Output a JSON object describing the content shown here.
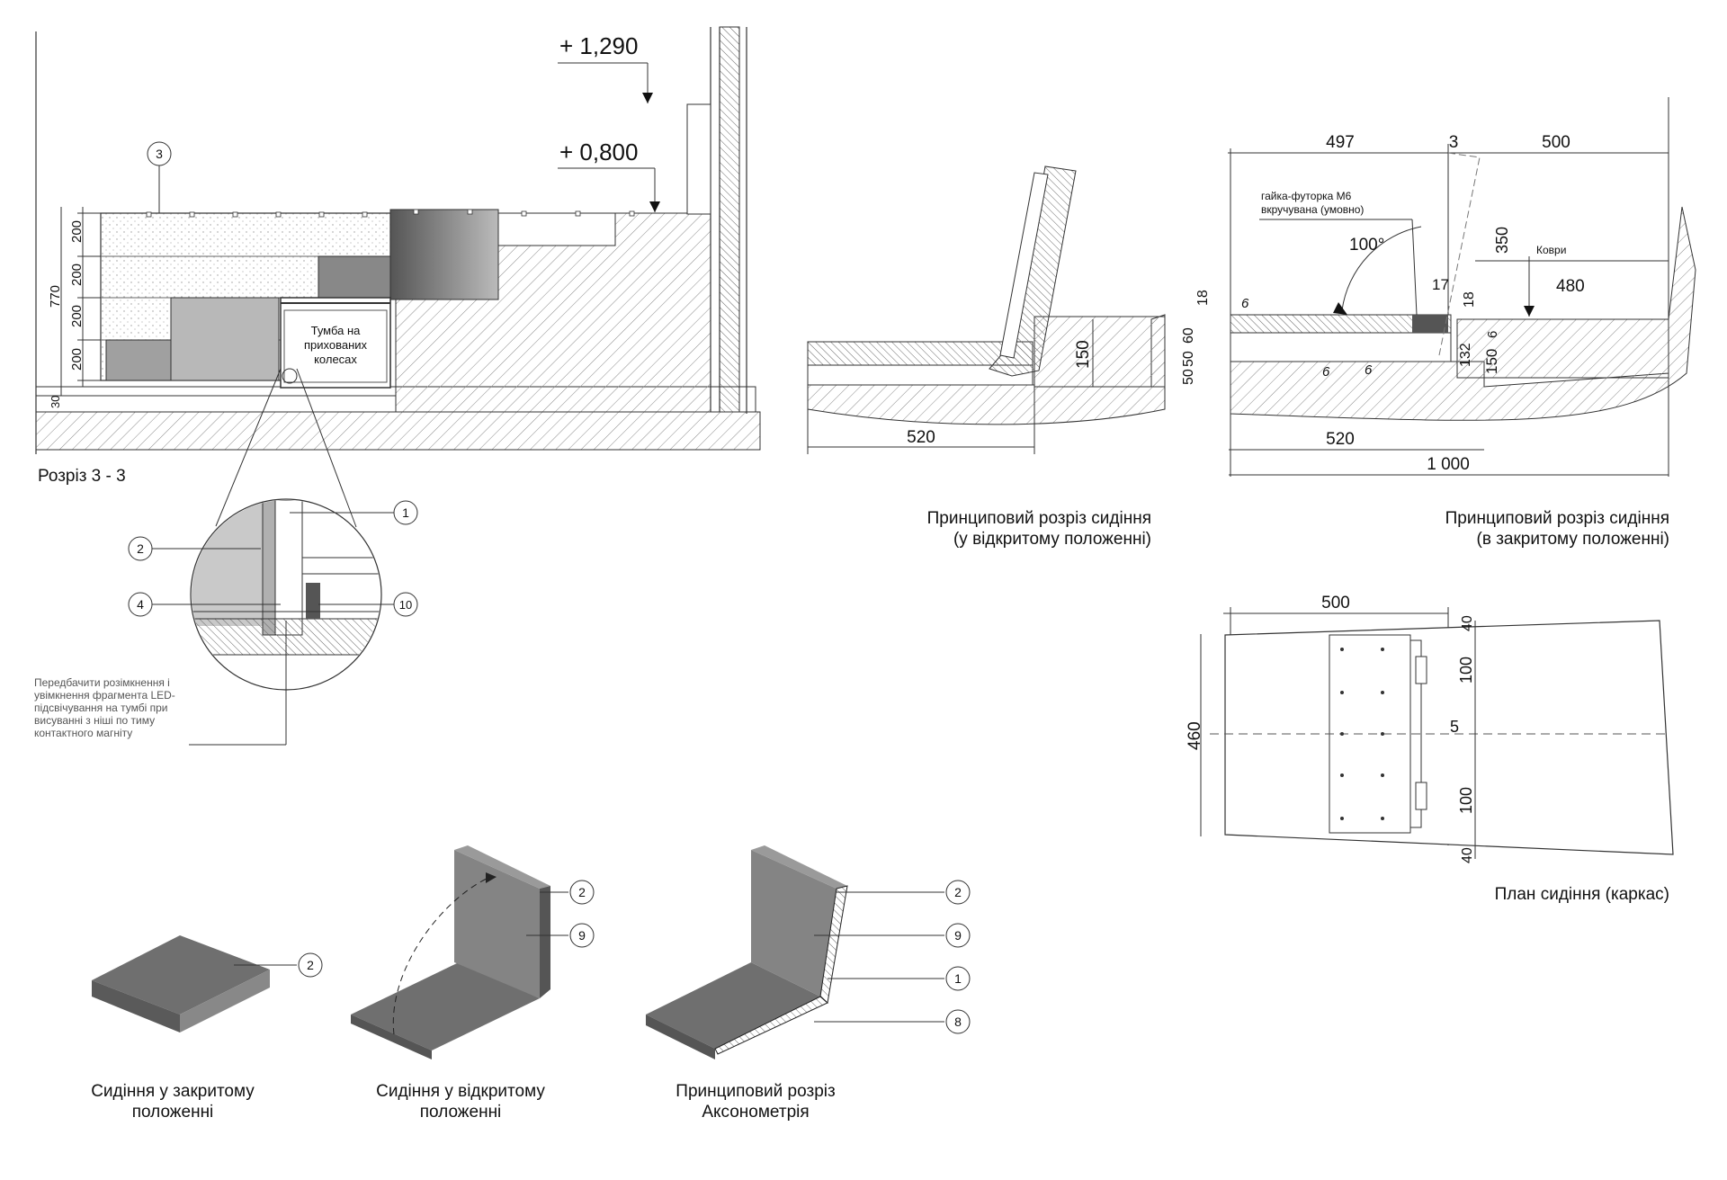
{
  "section": {
    "title": "Розріз 3 - 3",
    "levels": [
      "+ 1,290",
      "+ 0,800"
    ],
    "dims": [
      "200",
      "200",
      "200",
      "200",
      "770",
      "30"
    ],
    "cabinet_label": [
      "Тумба на",
      "прихованих",
      "колесах"
    ],
    "callouts": [
      "1",
      "2",
      "3",
      "4",
      "10"
    ],
    "note": [
      "Передбачити розімкнення і",
      "увімкнення фрагмента LED-",
      "підсвічування на тумбі при",
      "висуванні з ніші по тиму",
      "контактного магніту"
    ]
  },
  "open_section": {
    "caption": [
      "Принциповий розріз сидіння",
      "(у відкритому положенні)"
    ],
    "dims": [
      "520",
      "150"
    ]
  },
  "closed_section": {
    "caption": [
      "Принциповий розріз сидіння",
      "(в закритому положенні)"
    ],
    "dims": [
      "497",
      "3",
      "500",
      "350",
      "17",
      "480",
      "18",
      "6",
      "18",
      "6",
      "50",
      "50",
      "60",
      "132",
      "150",
      "6",
      "6",
      "520",
      "1 000"
    ],
    "angle": "100°",
    "nut_note": [
      "гайка-футорка М6",
      "вкручувана (умовно)"
    ],
    "rug_label": "Коври"
  },
  "plan": {
    "caption": "План сидіння (каркас)",
    "dims": [
      "500",
      "40",
      "100",
      "5",
      "100",
      "40",
      "460"
    ]
  },
  "axo": {
    "closed_caption": [
      "Сидіння у закритому",
      "положенні"
    ],
    "open_caption": [
      "Сидіння у відкритому",
      "положенні"
    ],
    "section_caption": [
      "Принциповий розріз",
      "Аксонометрія"
    ],
    "callouts_closed": [
      "2"
    ],
    "callouts_open": [
      "2",
      "9"
    ],
    "callouts_section": [
      "2",
      "9",
      "1",
      "8"
    ]
  },
  "colors": {
    "line": "#222222",
    "hatch": "#8a8a8a",
    "fill_dark": "#6d6d6d",
    "fill_mid": "#9a9a9a",
    "fill_light": "#cfcfcf"
  }
}
